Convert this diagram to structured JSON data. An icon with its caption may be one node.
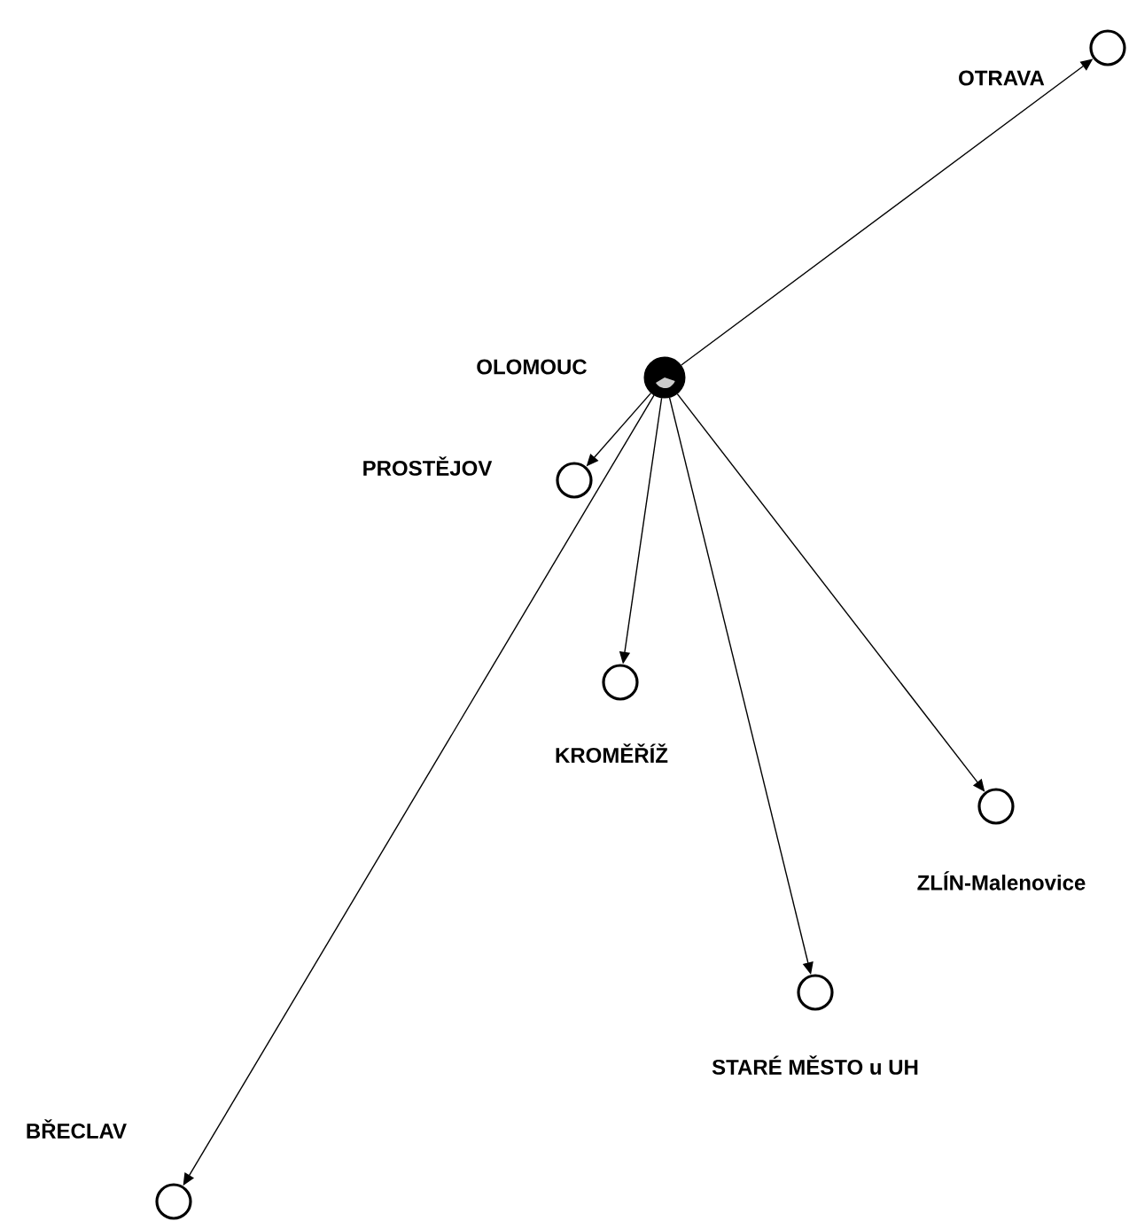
{
  "diagram": {
    "nodes": [
      {
        "text": [],
        "shape": "circle",
        "beside": [
          "OLOMOUC"
        ]
      },
      {
        "text": [],
        "shape": "circle",
        "beside": [
          "OTRAVA"
        ]
      },
      {
        "text": [],
        "shape": "circle",
        "beside": [
          "PROSTĚJOV"
        ]
      },
      {
        "text": [],
        "shape": "circle",
        "beside": [
          "KROMĚŘÍŽ"
        ]
      },
      {
        "text": [],
        "shape": "circle",
        "beside": [
          "ZLÍN-Malenovice"
        ]
      },
      {
        "text": [],
        "shape": "circle",
        "beside": [
          "STARÉ MĚSTO u UH"
        ]
      },
      {
        "text": [],
        "shape": "circle",
        "beside": [
          "BŘECLAV"
        ]
      }
    ],
    "edges": [
      {
        "from": 0,
        "to": 1,
        "arrow": "to"
      },
      {
        "from": 0,
        "to": 2,
        "arrow": "to"
      },
      {
        "from": 0,
        "to": 3,
        "arrow": "to"
      },
      {
        "from": 0,
        "to": 4,
        "arrow": "to"
      },
      {
        "from": 0,
        "to": 5,
        "arrow": "to"
      },
      {
        "from": 0,
        "to": 6,
        "arrow": "to"
      }
    ]
  }
}
